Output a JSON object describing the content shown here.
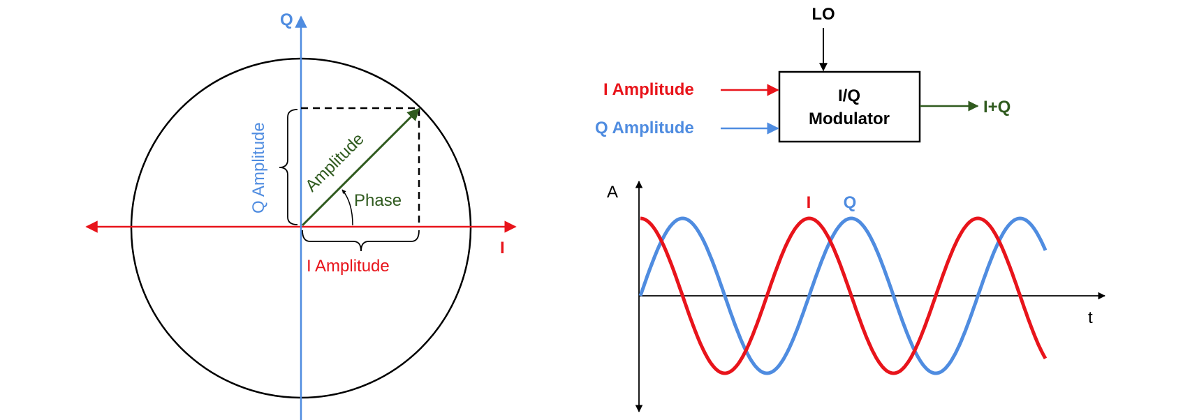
{
  "colors": {
    "i": "#e8141b",
    "q": "#4f8ce0",
    "amplitude": "#2f5a1e",
    "black": "#000000"
  },
  "constellation": {
    "q_axis_label": "Q",
    "i_axis_label": "I",
    "q_amplitude_label": "Q Amplitude",
    "i_amplitude_label": "I Amplitude",
    "amplitude_label": "Amplitude",
    "phase_label": "Phase"
  },
  "block_diagram": {
    "lo_label": "LO",
    "i_input_label": "I Amplitude",
    "q_input_label": "Q Amplitude",
    "modulator_line1": "I/Q",
    "modulator_line2": "Modulator",
    "output_label": "I+Q"
  },
  "chart_data": {
    "type": "line",
    "xlabel": "t",
    "ylabel": "A",
    "series": [
      {
        "name": "I",
        "function": "cos",
        "color": "#e8141b"
      },
      {
        "name": "Q",
        "function": "sin",
        "color": "#4f8ce0"
      }
    ],
    "cycles_shown": 2.4,
    "amplitude": 1,
    "ylim": [
      -1,
      1
    ],
    "grid": false
  }
}
